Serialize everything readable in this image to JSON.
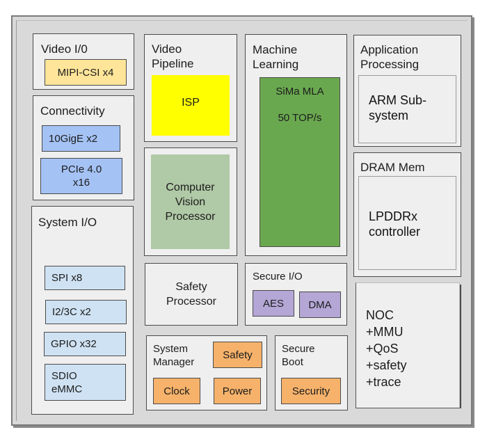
{
  "diagram": {
    "video_io": {
      "title": "Video I/0",
      "items": [
        "MIPI-CSI x4"
      ]
    },
    "connectivity": {
      "title": "Connectivity",
      "items": [
        "10GigE x2",
        "PCIe 4.0\nx16"
      ]
    },
    "system_io": {
      "title": "System I/O",
      "items": [
        "SPI x8",
        "I2/3C x2",
        "GPIO x32",
        "SDIO\neMMC"
      ]
    },
    "video_pipeline": {
      "title": "Video\nPipeline",
      "items": [
        "ISP"
      ]
    },
    "computer_vision": {
      "label": "Computer\nVision\nProcessor"
    },
    "safety_processor": {
      "label": "Safety\nProcessor"
    },
    "system_manager": {
      "title": "System\nManager",
      "items": [
        "Safety",
        "Clock",
        "Power"
      ]
    },
    "machine_learning": {
      "title": "Machine\nLearning",
      "mla_name": "SiMa MLA",
      "mla_perf": "50 TOP/s"
    },
    "secure_io": {
      "title": "Secure I/O",
      "items": [
        "AES",
        "DMA"
      ]
    },
    "secure_boot": {
      "title": "Secure\nBoot",
      "items": [
        "Security"
      ]
    },
    "app_processing": {
      "title": "Application\nProcessing",
      "inner": "ARM Sub-\nsystem"
    },
    "dram": {
      "title": "DRAM Mem",
      "inner": "LPDDRx\ncontroller"
    },
    "noc": {
      "label": "NOC\n+MMU\n+QoS\n+safety\n+trace"
    },
    "colors": {
      "isp": "#ffff00",
      "mipi": "#ffe599",
      "connectivity": "#a4c2f4",
      "system_io": "#cfe2f3",
      "computer_vision": "#b0c9a6",
      "mla": "#6aa84f",
      "secure_io": "#b4a7d6",
      "system_manager": "#f6b26b"
    }
  }
}
